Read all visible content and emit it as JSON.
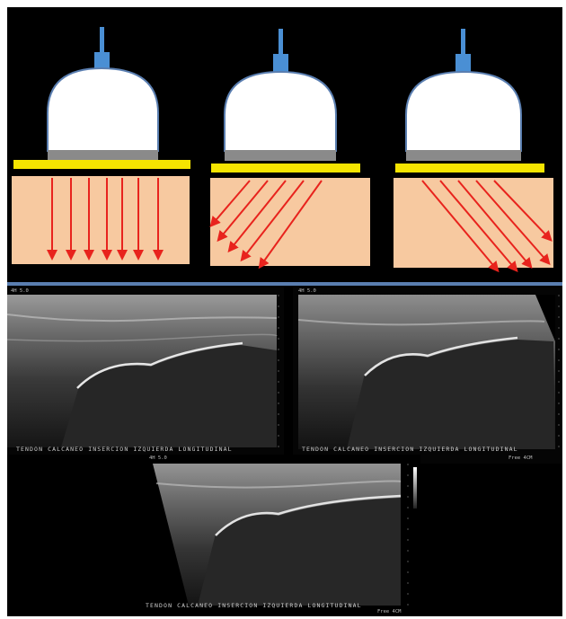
{
  "transducers": [
    {
      "beam": "perpendicular"
    },
    {
      "beam": "angled-left"
    },
    {
      "beam": "angled-right"
    }
  ],
  "colors": {
    "background": "#000000",
    "probe_body": "#ffffff",
    "probe_cable": "#4a8fd4",
    "probe_face": "#8a8a8a",
    "gel_layer": "#f5e400",
    "tissue": "#f7c9a0",
    "beam_arrows": "#e8231d",
    "divider": "#5a7eb0"
  },
  "ultrasound_images": [
    {
      "caption": "TENDON CALCANEO INSERCION IZQUIERDA LONGITUDINAL",
      "corner_top": "4H 5.0",
      "corner_bottom": ""
    },
    {
      "caption": "TENDON CALCANEO INSERCION IZQUIERDA LONGITUDINAL",
      "corner_top": "4H 5.0",
      "corner_bottom": "Free  4CM"
    },
    {
      "caption": "TENDON CALCANEO INSERCION IZQUIERDA LONGITUDINAL",
      "corner_top": "4H 5.0",
      "corner_bottom": "Free  4CM"
    }
  ]
}
